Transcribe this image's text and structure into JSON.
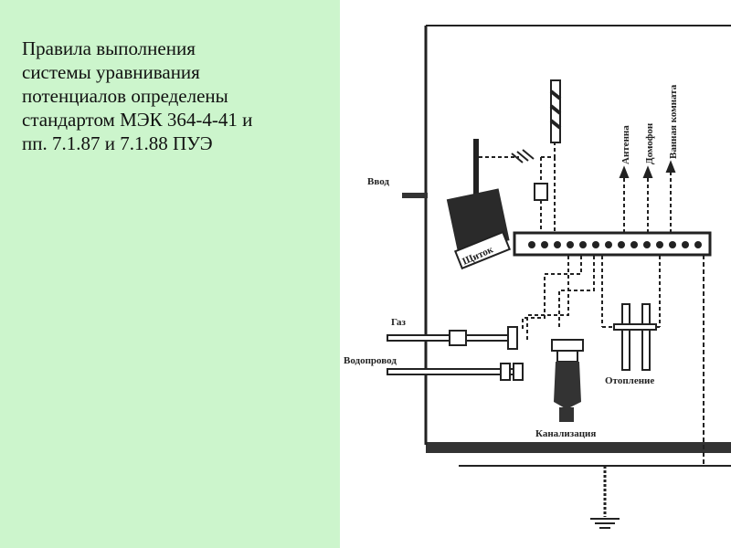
{
  "slide": {
    "panel_color": "#ccf5cc",
    "text": "Правила выполнения\nсистемы уравнивания\nпотенциалов определены\nстандартом МЭК 364-4-41 и\nпп. 7.1.87 и 7.1.88    ПУЭ"
  },
  "diagram": {
    "labels": {
      "vvod": "Ввод",
      "gaz": "Газ",
      "vodoprovod": "Водопровод",
      "shitok": "Щиток",
      "antenna": "Антенна",
      "domofon": "Домофон",
      "vannaya": "Ванная комната",
      "otoplenie": "Отопление",
      "kanalizatsiya": "Канализация"
    }
  }
}
